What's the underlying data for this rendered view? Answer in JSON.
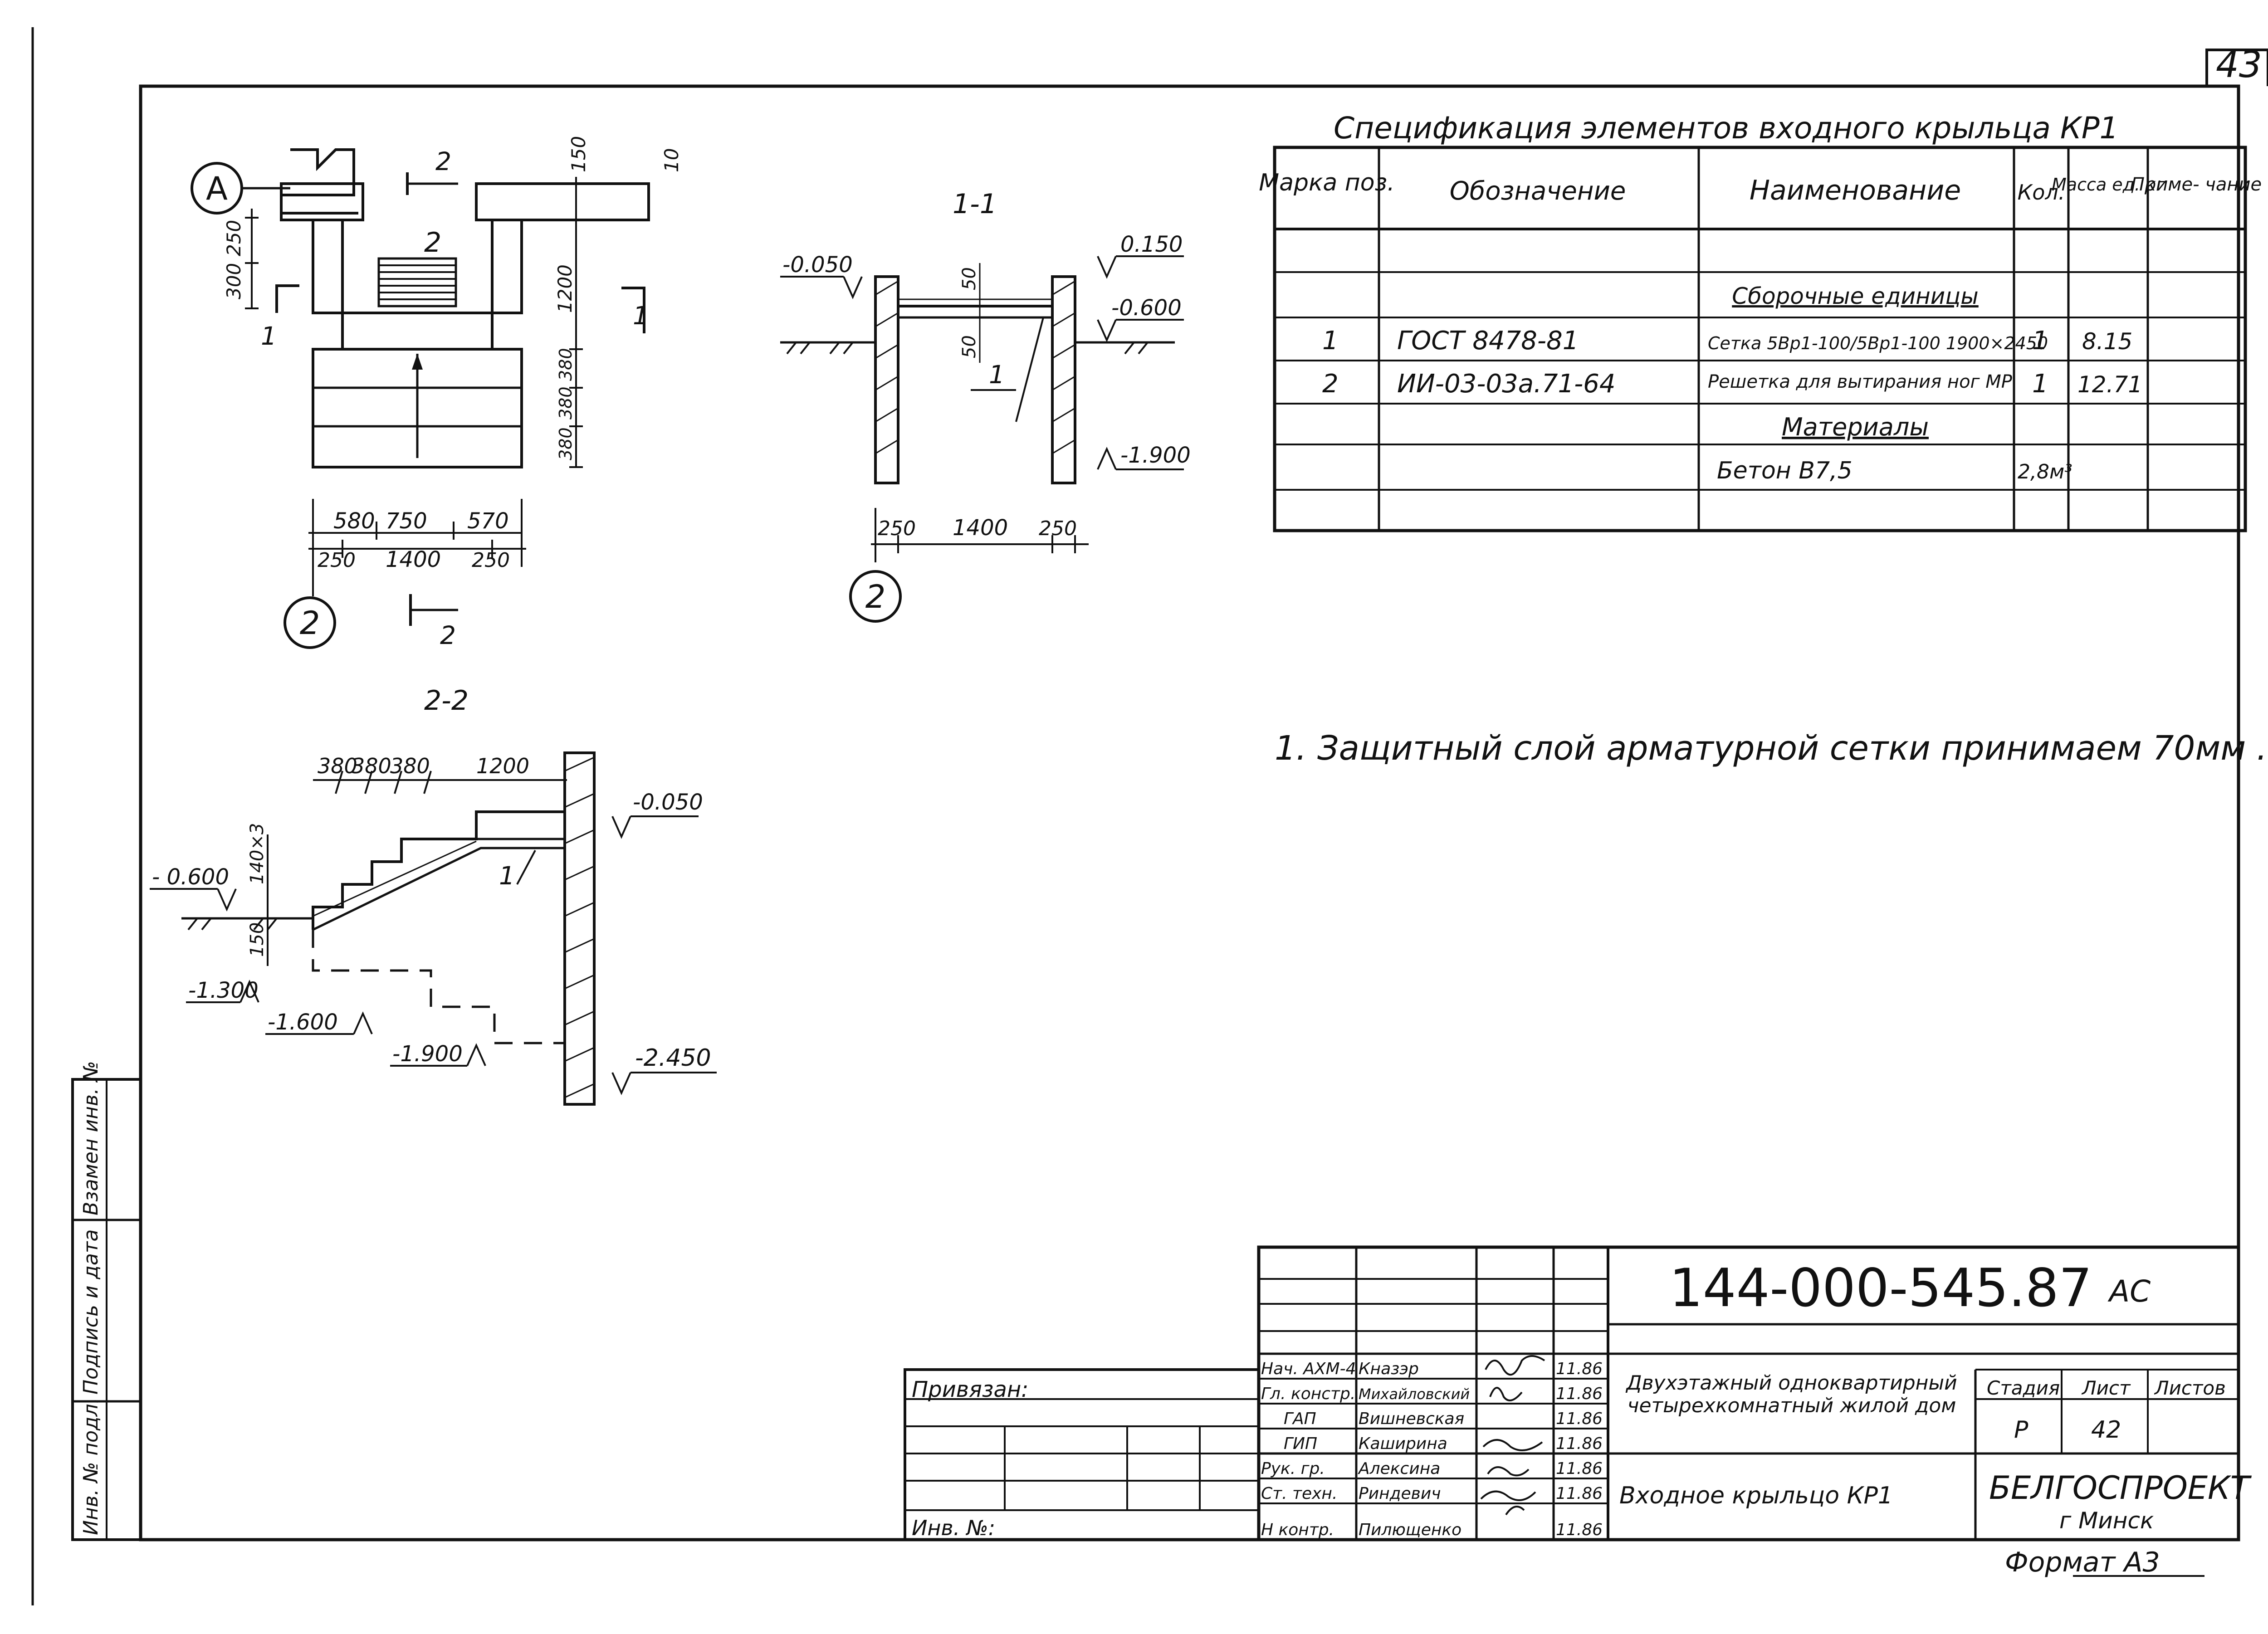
{
  "sheet_number": "43",
  "spec": {
    "title": "Спецификация элементов входного крыльца КР1",
    "headers": [
      "Марка поз.",
      "Обозначение",
      "Наименование",
      "Кол.",
      "Масса ед. кг",
      "Приме- чание"
    ],
    "rows": [
      {
        "pos": "",
        "designation": "",
        "name": "",
        "qty": "",
        "mass": "",
        "note": ""
      },
      {
        "pos": "",
        "designation": "",
        "name": "Сборочные единицы",
        "qty": "",
        "mass": "",
        "note": ""
      },
      {
        "pos": "1",
        "designation": "ГОСТ 8478-81",
        "name": "Сетка 5Bp1-100/5Bp1-100 1900×2450",
        "qty": "1",
        "mass": "8.15",
        "note": ""
      },
      {
        "pos": "2",
        "designation": "ИИ-03-03а.71-64",
        "name": "Решетка для вытирания ног МР",
        "qty": "1",
        "mass": "12.71",
        "note": ""
      },
      {
        "pos": "",
        "designation": "",
        "name": "Материалы",
        "qty": "",
        "mass": "",
        "note": ""
      },
      {
        "pos": "",
        "designation": "",
        "name": "Бетон В7,5",
        "qty": "2,8м³",
        "mass": "",
        "note": ""
      },
      {
        "pos": "",
        "designation": "",
        "name": "",
        "qty": "",
        "mass": "",
        "note": ""
      }
    ]
  },
  "note": "1. Защитный слой арматурной сетки принимаем 70мм .",
  "plan": {
    "axis_a": "А",
    "axis_2": "2",
    "cut_label": "2",
    "section_mark": "1",
    "item_callout": "2",
    "dims_top": [
      "10",
      "150"
    ],
    "dims_left": [
      "250",
      "300"
    ],
    "dims_right": [
      "1200",
      "380",
      "380",
      "380"
    ],
    "dims_bottom_1": [
      "580",
      "750",
      "570"
    ],
    "dims_bottom_2": [
      "250",
      "1400",
      "250"
    ]
  },
  "section11": {
    "title": "1-1",
    "levels": [
      "0.150",
      "-0.600",
      "-1.900",
      "-0.050"
    ],
    "dims": [
      "250",
      "1400",
      "250"
    ],
    "small_dims": [
      "50",
      "50"
    ],
    "callout": "1",
    "axis": "2"
  },
  "section22": {
    "title": "2-2",
    "dims_top": [
      "380",
      "380",
      "380",
      "1200"
    ],
    "step_dim": "140×3",
    "small_dim": "150",
    "levels": [
      "-0.050",
      "- 0.600",
      "-1.300",
      "-1.600",
      "-1.900",
      "-2.450"
    ],
    "callout": "1"
  },
  "stamp": {
    "code": "144-000-545.87",
    "mark": "АС",
    "attached_label": "Привязан:",
    "inv_label": "Инв. №:",
    "roles": [
      "Нач. АХМ-4",
      "Гл. констр.",
      "ГАП",
      "ГИП",
      "Рук. гр.",
      "Ст. техн.",
      "Н контр."
    ],
    "names": [
      "Кназэр",
      "Михайловский",
      "Вишневская",
      "Каширина",
      "Алексина",
      "Риндевич",
      "Пилющенко"
    ],
    "dates": [
      "11.86",
      "11.86",
      "11.86",
      "11.86",
      "11.86",
      "11.86",
      "11.86"
    ],
    "project_title": "Двухэтажный одноквартирный четырехкомнатный жилой дом",
    "sheet_title": "Входное крыльцо КР1",
    "stage_label": "Стадия",
    "sheet_label": "Лист",
    "sheets_label": "Листов",
    "stage": "Р",
    "sheet": "42",
    "org": "БЕЛГОСПРОЕКТ",
    "city": "г Минск",
    "format": "Формат А3"
  },
  "side_stamp": [
    "Инв. № подл.",
    "Подпись и дата",
    "Взамен инв. №"
  ]
}
